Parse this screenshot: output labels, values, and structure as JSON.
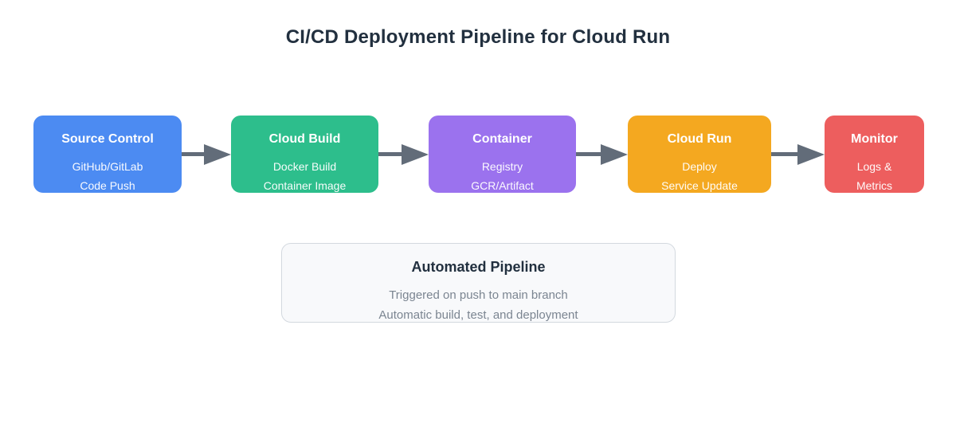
{
  "title": "CI/CD Deployment Pipeline for Cloud Run",
  "colors": {
    "title_text": "#22303f",
    "arrow": "#626c79",
    "panel_background": "#f8f9fb",
    "panel_border": "#d3d9df",
    "panel_subtext": "#7b8591",
    "stage_text": "#ffffff"
  },
  "stages": [
    {
      "name": "Source Control",
      "lines": [
        "GitHub/GitLab",
        "Code Push"
      ],
      "color": "#4c8bf2"
    },
    {
      "name": "Cloud Build",
      "lines": [
        "Docker Build",
        "Container Image"
      ],
      "color": "#2dbe8c"
    },
    {
      "name": "Container",
      "lines": [
        "Registry",
        "GCR/Artifact"
      ],
      "color": "#9b72ee"
    },
    {
      "name": "Cloud Run",
      "lines": [
        "Deploy",
        "Service Update"
      ],
      "color": "#f4a820"
    },
    {
      "name": "Monitor",
      "lines": [
        "Logs &",
        "Metrics"
      ],
      "color": "#ed5e5e"
    }
  ],
  "info_panel": {
    "title": "Automated Pipeline",
    "lines": [
      "Triggered on push to main branch",
      "Automatic build, test, and deployment"
    ]
  }
}
